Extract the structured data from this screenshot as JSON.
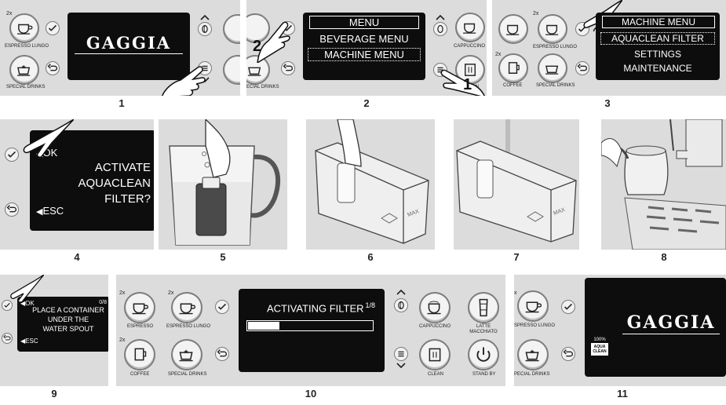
{
  "panels": {
    "p1": {
      "number": "1",
      "logo": "GAGGIA",
      "labels": {
        "espresso_lungo": "ESPRESSO LUNGO",
        "special_drinks": "SPECIAL DRINKS",
        "x2": "2x"
      }
    },
    "p2": {
      "number": "2",
      "menu": [
        "MENU",
        "BEVERAGE MENU",
        "MACHINE MENU"
      ],
      "labels": {
        "cappuccino": "CAPPUCCINO",
        "clean": "CLEAN",
        "special_drinks": "ECIAL DRINKS"
      },
      "callouts": [
        "2",
        "1"
      ]
    },
    "p3": {
      "number": "3",
      "menu": [
        "MACHINE MENU",
        "AQUACLEAN FILTER",
        "SETTINGS",
        "MAINTENANCE"
      ],
      "labels": {
        "espresso_lungo": "ESPRESSO LUNGO",
        "coffee": "COFFEE",
        "special_drinks": "SPECIAL DRINKS",
        "x2a": "2x",
        "x2b": "2x"
      }
    },
    "p4": {
      "number": "4",
      "ok": "OK",
      "esc": "ESC",
      "message": [
        "ACTIVATE",
        "AQUACLEAN",
        "FILTER?"
      ]
    },
    "p5": {
      "number": "5"
    },
    "p6": {
      "number": "6",
      "max": "MAX"
    },
    "p7": {
      "number": "7",
      "max": "MAX"
    },
    "p8": {
      "number": "8"
    },
    "p9": {
      "number": "9",
      "ok": "OK",
      "esc": "ESC",
      "step": "0/8",
      "message": [
        "PLACE A CONTAINER",
        "UNDER THE",
        "WATER SPOUT"
      ]
    },
    "p10": {
      "number": "10",
      "title": "ACTIVATING FILTER",
      "step": "1/8",
      "progress": 0.25,
      "labels": {
        "espresso": "ESPRESSO",
        "espresso_lungo": "ESPRESSO LUNGO",
        "coffee": "COFFEE",
        "special_drinks": "SPECIAL DRINKS",
        "cappuccino": "CAPPUCCINO",
        "latte_macchiato": "LATTE MACCHIATO",
        "clean": "CLEAN",
        "stand_by": "STAND BY",
        "x2a": "2x",
        "x2b": "2x",
        "x2c": "2x"
      }
    },
    "p11": {
      "number": "11",
      "logo": "GAGGIA",
      "badge_pct": "100%",
      "badge_label": "AQUA CLEAN",
      "labels": {
        "espresso_lungo": "SPRESSO LUNGO",
        "special_drinks": "PECIAL DRINKS",
        "x2": "x"
      }
    }
  },
  "colors": {
    "panel_bg": "#dcdcdc",
    "screen_bg": "#0d0d0d",
    "button_fill": "#f3f3f3"
  },
  "icons": [
    "cup-icon",
    "tall-cup-icon",
    "star-cup-icon",
    "check-icon",
    "back-icon",
    "bean-icon",
    "list-icon",
    "clean-icon",
    "power-icon",
    "hand-pointer-icon"
  ]
}
